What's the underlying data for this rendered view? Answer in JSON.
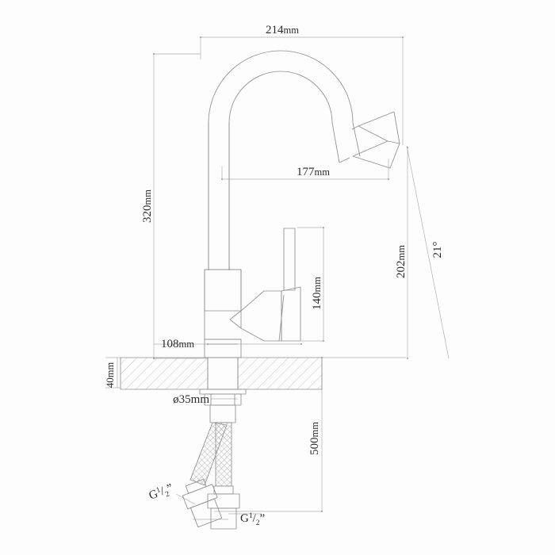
{
  "drawing": {
    "title": "Kitchen faucet technical dimension drawing",
    "background_color": "#fdfdfd",
    "line_color": "#8c8c8c",
    "text_color": "#2b2b2b",
    "hatch_color": "#b5b5b5"
  },
  "dimensions": {
    "spout_reach": {
      "value": "214",
      "unit": "mm",
      "label": "214mm",
      "orientation": "horizontal",
      "position": "top"
    },
    "overall_height": {
      "value": "320",
      "unit": "mm",
      "label": "320mm",
      "orientation": "vertical",
      "position": "left"
    },
    "spout_projection": {
      "value": "177",
      "unit": "mm",
      "label": "177mm",
      "orientation": "horizontal",
      "position": "middle"
    },
    "outlet_height": {
      "value": "202",
      "unit": "mm",
      "label": "202mm",
      "orientation": "vertical",
      "position": "right"
    },
    "body_height": {
      "value": "140",
      "unit": "mm",
      "label": "140mm",
      "orientation": "vertical",
      "position": "inner-right"
    },
    "base_depth": {
      "value": "108",
      "unit": "mm",
      "label": "108mm",
      "orientation": "horizontal",
      "position": "lower-left"
    },
    "counter_thickness": {
      "value": "40",
      "unit": "mm",
      "label": "40mm",
      "orientation": "vertical",
      "position": "far-left"
    },
    "mounting_hole": {
      "value": "35",
      "unit": "mm",
      "label": "ø35mm",
      "symbol": "ø",
      "orientation": "horizontal",
      "position": "below-counter"
    },
    "hose_length": {
      "value": "500",
      "unit": "mm",
      "label": "500mm",
      "orientation": "vertical",
      "position": "far-right"
    },
    "outlet_angle": {
      "value": "21",
      "unit": "°",
      "label": "21°",
      "orientation": "angular",
      "position": "right"
    }
  },
  "thread_labels": {
    "left_inlet": {
      "prefix": "G",
      "numerator": "1",
      "denominator": "2",
      "suffix": "”",
      "full": "G1/2”"
    },
    "right_inlet": {
      "prefix": "G",
      "numerator": "1",
      "denominator": "2",
      "suffix": "”",
      "full": "G1/2”"
    }
  },
  "components": {
    "gooseneck_spout": "gooseneck-spout",
    "outlet_nozzle": "outlet-nozzle",
    "riser_tube": "riser-tube",
    "valve_body": "valve-body",
    "lever_handle": "lever-handle",
    "escutcheon_base": "escutcheon-base",
    "countertop": "countertop-section",
    "mounting_nut": "mounting-nut",
    "shank": "shank",
    "left_hose": "braided-hose-left",
    "right_hose": "braided-hose-right",
    "left_fitting": "hose-fitting-left",
    "right_fitting": "hose-fitting-right"
  }
}
